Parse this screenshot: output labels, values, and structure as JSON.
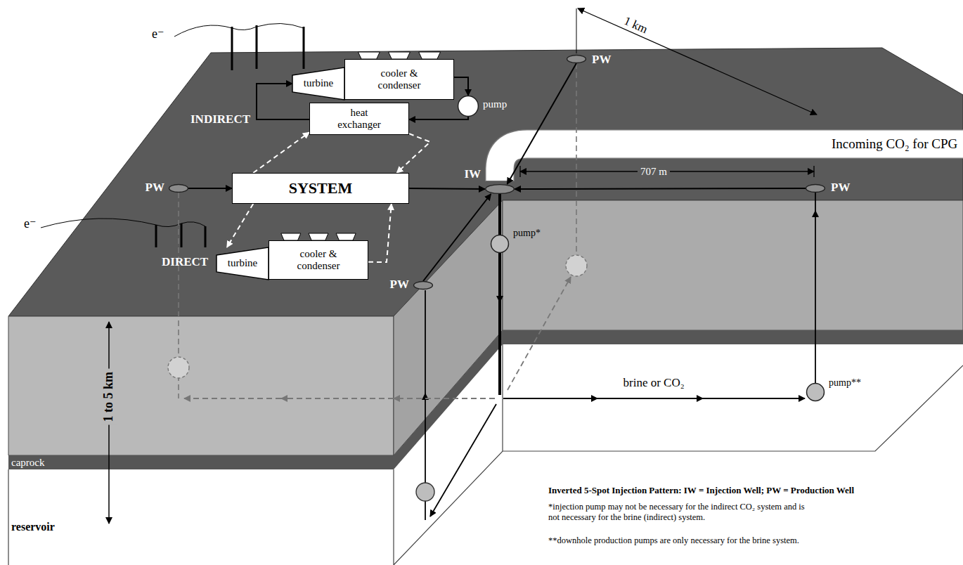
{
  "diagram": {
    "nodes": [
      {
        "text": [
          "turbine"
        ]
      },
      {
        "text": [
          "cooler & condenser"
        ]
      },
      {
        "text": [
          "pump"
        ]
      },
      {
        "text": [
          "heat exchanger"
        ]
      },
      {
        "text": [
          "SYSTEM"
        ]
      },
      {
        "text": [
          "turbine"
        ]
      },
      {
        "text": [
          "cooler & condenser"
        ]
      },
      {
        "text": [
          "PW"
        ]
      },
      {
        "text": [
          "PW"
        ]
      },
      {
        "text": [
          "IW"
        ]
      },
      {
        "text": [
          "pump*"
        ]
      },
      {
        "text": [
          "PW"
        ]
      },
      {
        "text": [
          "PW"
        ]
      },
      {
        "text": [
          "pump**"
        ]
      }
    ],
    "edges": [
      {
        "from": 1,
        "to": 2,
        "arrow": "to"
      },
      {
        "from": 2,
        "to": 3,
        "arrow": "to"
      },
      {
        "from": 3,
        "to": 0,
        "arrow": "to"
      },
      {
        "from": 4,
        "to": 3,
        "arrow": "to"
      },
      {
        "from": 3,
        "to": 4,
        "arrow": "to"
      },
      {
        "from": 4,
        "to": 5,
        "arrow": "to"
      },
      {
        "from": 6,
        "to": 4,
        "arrow": "to"
      },
      {
        "from": 8,
        "to": 4,
        "arrow": "to"
      },
      {
        "from": 4,
        "to": 9,
        "arrow": "to"
      },
      {
        "from": 11,
        "to": 9,
        "arrow": "to"
      },
      {
        "from": 7,
        "to": 9,
        "arrow": "to"
      },
      {
        "from": 12,
        "to": 9,
        "arrow": "to"
      }
    ],
    "labels": [
      "e⁻",
      "e⁻",
      "INDIRECT",
      "DIRECT",
      "1 km",
      "707 m",
      "Incoming CO₂ for CPG",
      "1 to 5 km",
      "caprock",
      "reservoir",
      "brine or CO₂",
      "Inverted 5-Spot Injection Pattern: IW = Injection Well; PW = Production Well",
      "*injection pump may not be necessary for the indirect CO₂ system and is not necessary for the brine (indirect) system.",
      "**downhole production pumps are only necessary for the brine system."
    ]
  }
}
